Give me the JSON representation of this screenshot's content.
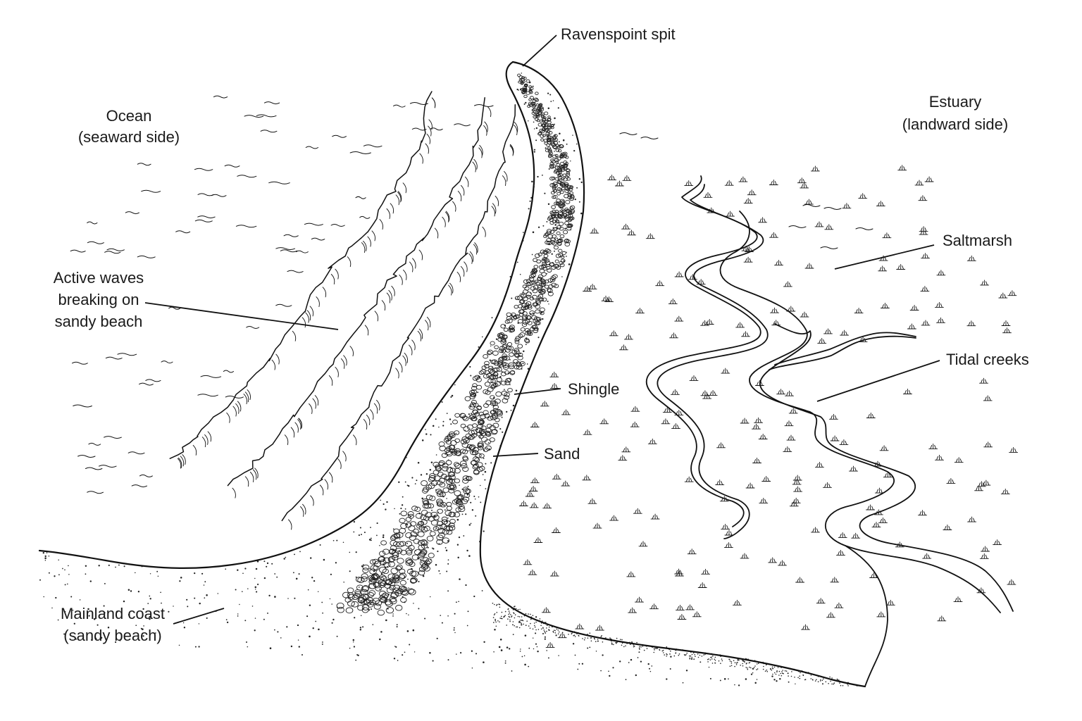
{
  "labels": {
    "spit": "Ravenspoint spit",
    "ocean_line1": "Ocean",
    "ocean_line2": "(seaward side)",
    "estuary_line1": "Estuary",
    "estuary_line2": "(landward side)",
    "saltmarsh": "Saltmarsh",
    "waves_line1": "Active waves",
    "waves_line2": "breaking on",
    "waves_line3": "sandy beach",
    "tidal_creeks": "Tidal creeks",
    "shingle": "Shingle",
    "sand": "Sand",
    "mainland_line1": "Mainland coast",
    "mainland_line2": "(sandy beach)"
  },
  "colors": {
    "ink": "#111111",
    "background": "#ffffff"
  }
}
